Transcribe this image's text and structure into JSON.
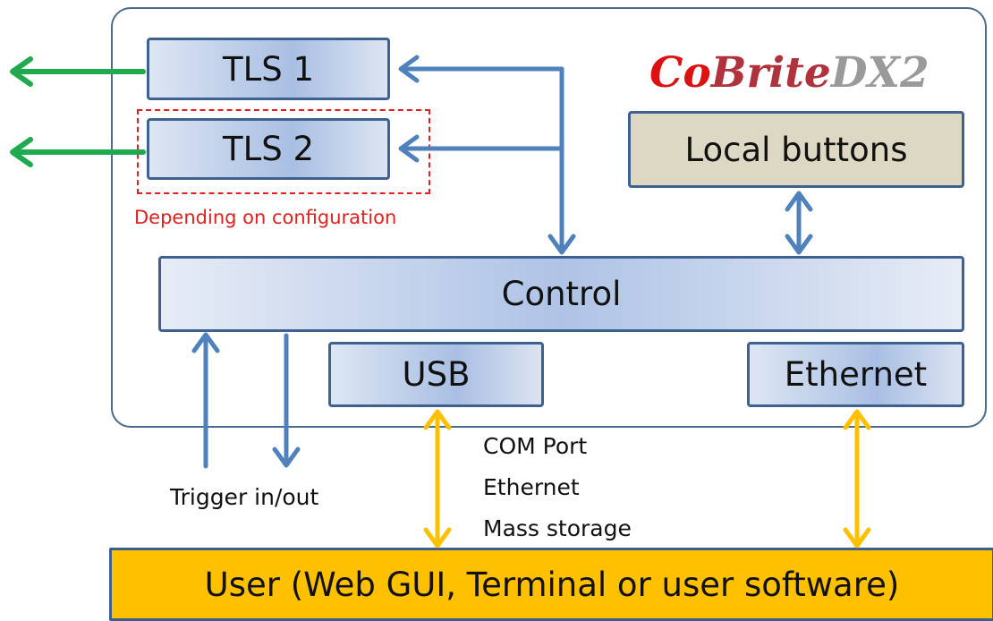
{
  "brand": {
    "part1": "Co",
    "part2": "Brite",
    "part3": "DX2"
  },
  "blocks": {
    "tls1": "TLS 1",
    "tls2": "TLS 2",
    "local_buttons": "Local buttons",
    "control": "Control",
    "usb": "USB",
    "ethernet": "Ethernet",
    "user": "User (Web GUI, Terminal or user software)"
  },
  "notes": {
    "depending": "Depending on configuration",
    "trigger": "Trigger in/out",
    "usb_modes": [
      "COM Port",
      "Ethernet",
      "Mass storage"
    ]
  },
  "colors": {
    "blue_arrow": "#4f81bd",
    "green_arrow": "#1faa4f",
    "yellow_arrow": "#ffc000",
    "user_fill": "#ffc000",
    "dashed_border": "#e02020"
  }
}
